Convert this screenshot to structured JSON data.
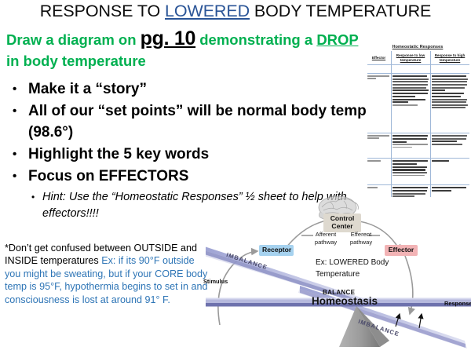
{
  "slide": {
    "title": {
      "before": "RESPONSE TO ",
      "highlight": "LOWERED",
      "after": " BODY TEMPERATURE",
      "highlight_color": "#2b5597"
    },
    "lead": {
      "part1": "Draw a diagram on ",
      "page_ref": "pg. 10",
      "part2": " demonstrating a ",
      "drop": "DROP",
      "part3": " in body temperature",
      "color": "#00b050"
    },
    "bullets": [
      {
        "level": 1,
        "marker": "•",
        "text": "Make it a “story”"
      },
      {
        "level": 1,
        "marker": "•",
        "text": "All of our “set points” will be  normal body temp (98.6°)"
      },
      {
        "level": 1,
        "marker": "•",
        "text": "Highlight the 5 key words"
      },
      {
        "level": 1,
        "marker": "•",
        "text": "Focus on EFFECTORS"
      },
      {
        "level": 2,
        "marker": "•",
        "text": "Hint: Use the “Homeostatic Responses” ½ sheet to help with effectors!!!!"
      }
    ],
    "footnote": {
      "black_part": "*Don’t get confused between OUTSIDE and INSIDE temperatures ",
      "blue_part": "Ex: if its 90°F outside you might be sweating, but if your CORE body temp is 95°F, hypothermia begins to set in and consciousness is lost at around 91° F.",
      "blue_color": "#2e75b6"
    }
  },
  "table_image": {
    "title": "Homeostatic Responses",
    "columns": [
      "Effector",
      "Response to low temperature",
      "Response to high temperature"
    ],
    "rows": [
      {
        "effector": "Smooth muscles in arterioles in the skin"
      },
      {
        "effector": "Sweat glands"
      },
      {
        "effector": "Hair‑erector pili muscles attached to skin hair"
      },
      {
        "effector": "Skeletal muscles"
      },
      {
        "effector": "Adrenal and thyroid glands"
      }
    ]
  },
  "diagram": {
    "nodes": {
      "control_center": "Control Center",
      "receptor": "Receptor",
      "effector": "Effector"
    },
    "node_colors": {
      "control_center": "#ded9cf",
      "receptor": "#a6d2ef",
      "effector": "#f2b3b5"
    },
    "afferent": "Afferent pathway",
    "efferent": "Efferent pathway",
    "example": "Ex: LOWERED Body Temperature",
    "stimulus": "Stimulus",
    "response": "Response",
    "balance": "BALANCE",
    "homeostasis": "Homeostasis",
    "imbalance_top": "IMBALANCE",
    "imbalance_bottom": "IMBALANCE"
  }
}
